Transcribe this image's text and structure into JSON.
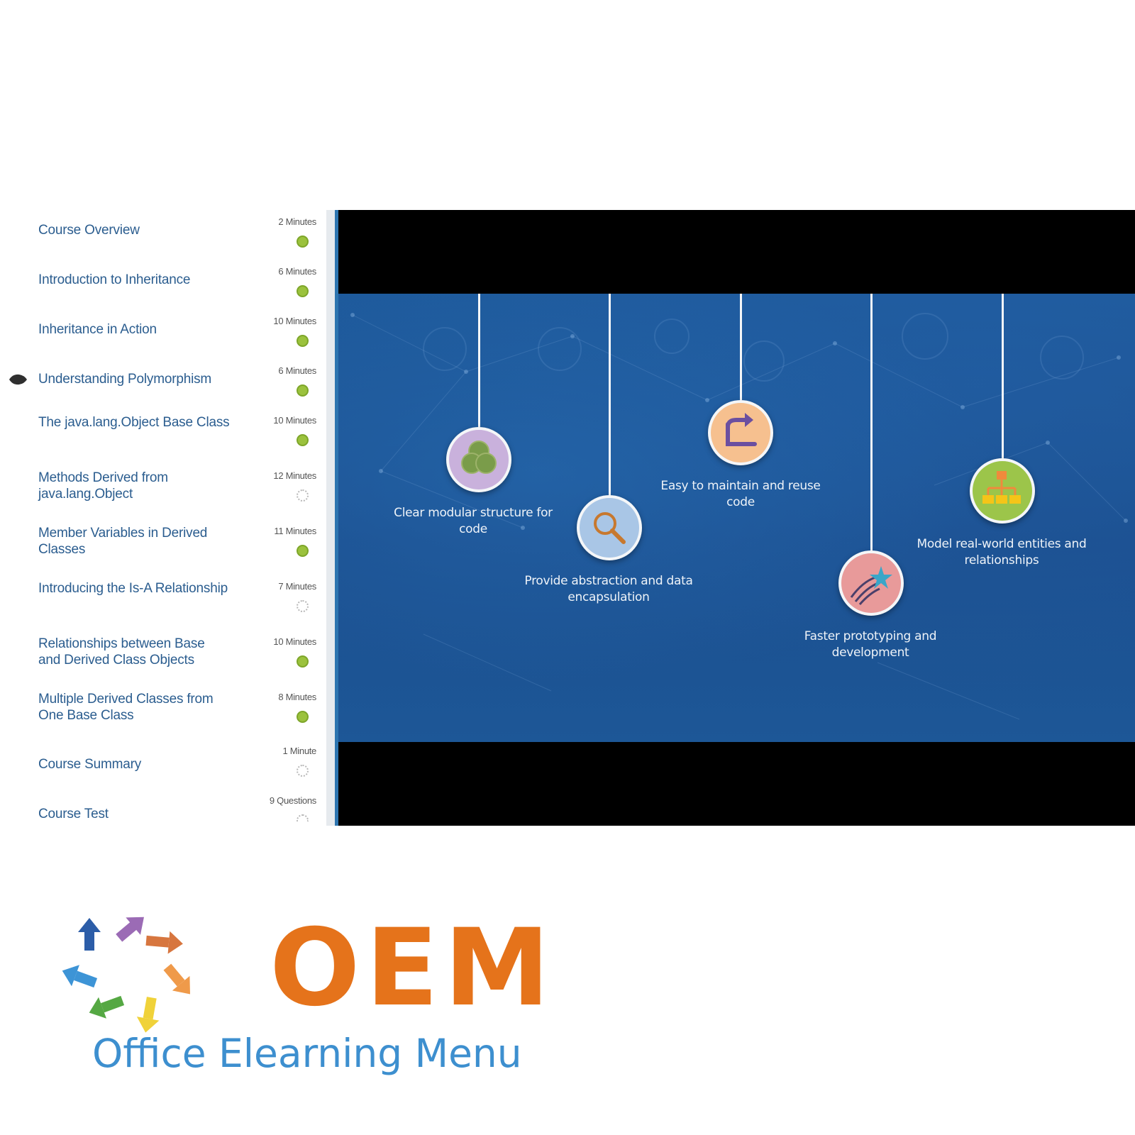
{
  "course_list": {
    "items": [
      {
        "title": "Course Overview",
        "duration": "2 Minutes",
        "status": "completed",
        "current": false
      },
      {
        "title": "Introduction to Inheritance",
        "duration": "6 Minutes",
        "status": "completed",
        "current": false
      },
      {
        "title": "Inheritance in Action",
        "duration": "10 Minutes",
        "status": "completed",
        "current": false
      },
      {
        "title": "Understanding Polymorphism",
        "duration": "6 Minutes",
        "status": "completed",
        "current": true
      },
      {
        "title": "The java.lang.Object Base Class",
        "duration": "10 Minutes",
        "status": "completed",
        "current": false
      },
      {
        "title": "Methods Derived from java.lang.Object",
        "duration": "12 Minutes",
        "status": "not-started",
        "current": false
      },
      {
        "title": "Member Variables in Derived Classes",
        "duration": "11 Minutes",
        "status": "completed",
        "current": false
      },
      {
        "title": "Introducing the Is-A Relationship",
        "duration": "7 Minutes",
        "status": "not-started",
        "current": false
      },
      {
        "title": "Relationships between Base and Derived Class Objects",
        "duration": "10 Minutes",
        "status": "completed",
        "current": false
      },
      {
        "title": "Multiple Derived Classes from One Base Class",
        "duration": "8 Minutes",
        "status": "completed",
        "current": false
      },
      {
        "title": "Course Summary",
        "duration": "1 Minute",
        "status": "not-started",
        "current": false
      },
      {
        "title": "Course Test",
        "duration": "9 Questions",
        "status": "not-started",
        "current": false
      }
    ]
  },
  "video": {
    "slide_items": [
      {
        "label": "Clear modular structure for code",
        "icon": "overlapping-circles-icon",
        "color": "#c9b1dc"
      },
      {
        "label": "Provide abstraction and data encapsulation",
        "icon": "magnifier-icon",
        "color": "#a9c6e6"
      },
      {
        "label": "Easy to maintain and reuse code",
        "icon": "redo-arrow-icon",
        "color": "#f6c08f"
      },
      {
        "label": "Faster prototyping and development",
        "icon": "shooting-star-icon",
        "color": "#e89a9a"
      },
      {
        "label": "Model real-world entities and relationships",
        "icon": "hierarchy-chart-icon",
        "color": "#9cc54a"
      }
    ]
  },
  "logo": {
    "brand": "OEM",
    "tagline": "Office Elearning Menu",
    "arrow_colors": [
      "#9b6bb5",
      "#d7763f",
      "#ef9a4a",
      "#f0d23a",
      "#55a843",
      "#3d94d6",
      "#2c5da8"
    ],
    "brand_color": "#e5731b",
    "tagline_color": "#3d8fcf"
  }
}
